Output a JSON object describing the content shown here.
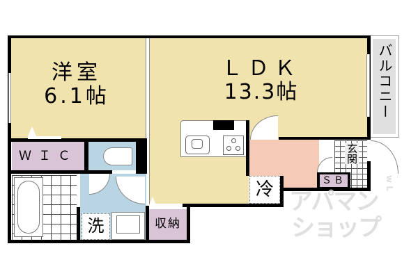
{
  "floorplan": {
    "rooms": {
      "western_room": {
        "name": "洋室",
        "size": "6.1帖"
      },
      "ldk": {
        "name": "ＬＤＫ",
        "size": "13.3帖"
      },
      "balcony": {
        "name": "バルコニー"
      },
      "wic": {
        "name": "ＷＩＣ"
      },
      "entrance": {
        "name": "玄関"
      },
      "shoe_box": {
        "name": "ＳＢ"
      },
      "fridge": {
        "name": "冷"
      },
      "washer": {
        "name": "洗"
      },
      "storage": {
        "name": "収納"
      }
    },
    "colors": {
      "room_yellow": "#f1e3ae",
      "hall_pink": "#f5cbb7",
      "wet_blue": "#b9d4e2",
      "storage_purple": "#d9c3d6",
      "balcony_gray": "#e0e0e0",
      "wall": "#000000"
    },
    "watermark": {
      "line1": "アパマン",
      "line2": "ショップ",
      "small": "w L"
    }
  }
}
